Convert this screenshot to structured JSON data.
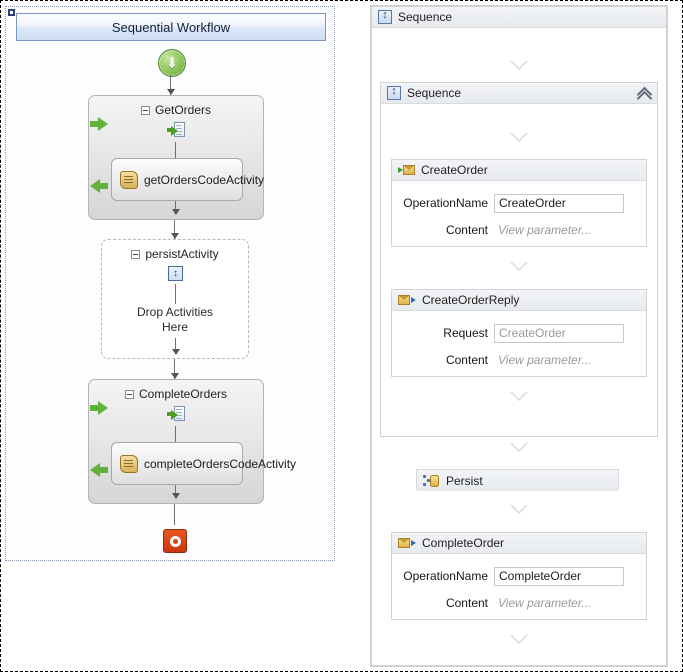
{
  "left_panel": {
    "title": "Sequential Workflow",
    "start_node": {
      "name": "start-node",
      "glyph": "↓"
    },
    "stop_node": {
      "name": "stop-node"
    },
    "activities": [
      {
        "id": "getorders",
        "title": "GetOrders",
        "icon": "receive-icon",
        "child": {
          "label": "getOrdersCodeActivity",
          "icon": "code-scroll-icon"
        }
      },
      {
        "id": "persistactivity",
        "title": "persistActivity",
        "icon": "persist-icon",
        "drop_text_line1": "Drop Activities",
        "drop_text_line2": "Here"
      },
      {
        "id": "completeorders",
        "title": "CompleteOrders",
        "icon": "receive-icon",
        "child": {
          "label": "completeOrdersCodeActivity",
          "icon": "code-scroll-icon"
        }
      }
    ]
  },
  "right_panel": {
    "outer_sequence": {
      "title": "Sequence",
      "icon": "sequence-icon"
    },
    "inner_sequence": {
      "title": "Sequence",
      "icon": "sequence-icon",
      "collapse_icon": "chevron-double-up-icon"
    },
    "create_order": {
      "title": "CreateOrder",
      "icon": "receive-message-icon",
      "fields": [
        {
          "label": "OperationName",
          "value": "CreateOrder",
          "type": "input"
        },
        {
          "label": "Content",
          "value": "View parameter...",
          "type": "link"
        }
      ]
    },
    "create_order_reply": {
      "title": "CreateOrderReply",
      "icon": "send-reply-icon",
      "fields": [
        {
          "label": "Request",
          "value": "CreateOrder",
          "type": "input-muted"
        },
        {
          "label": "Content",
          "value": "View parameter...",
          "type": "link"
        }
      ]
    },
    "persist": {
      "title": "Persist",
      "icon": "persist-db-icon"
    },
    "complete_order": {
      "title": "CompleteOrder",
      "icon": "send-reply-icon",
      "fields": [
        {
          "label": "OperationName",
          "value": "CompleteOrder",
          "type": "input"
        },
        {
          "label": "Content",
          "value": "View parameter...",
          "type": "link"
        }
      ]
    },
    "drop_targets": [
      {
        "name": "drop-target-1"
      },
      {
        "name": "drop-target-2"
      },
      {
        "name": "drop-target-3"
      },
      {
        "name": "drop-target-4"
      },
      {
        "name": "drop-target-5"
      },
      {
        "name": "drop-target-6"
      },
      {
        "name": "drop-target-7"
      }
    ]
  },
  "colors": {
    "title_bar": "#cfdef3",
    "start_green": "#62b13a",
    "stop_red": "#c9360f",
    "envelope_yellow": "#e0b34a",
    "sequence_blue": "#5379a8"
  }
}
